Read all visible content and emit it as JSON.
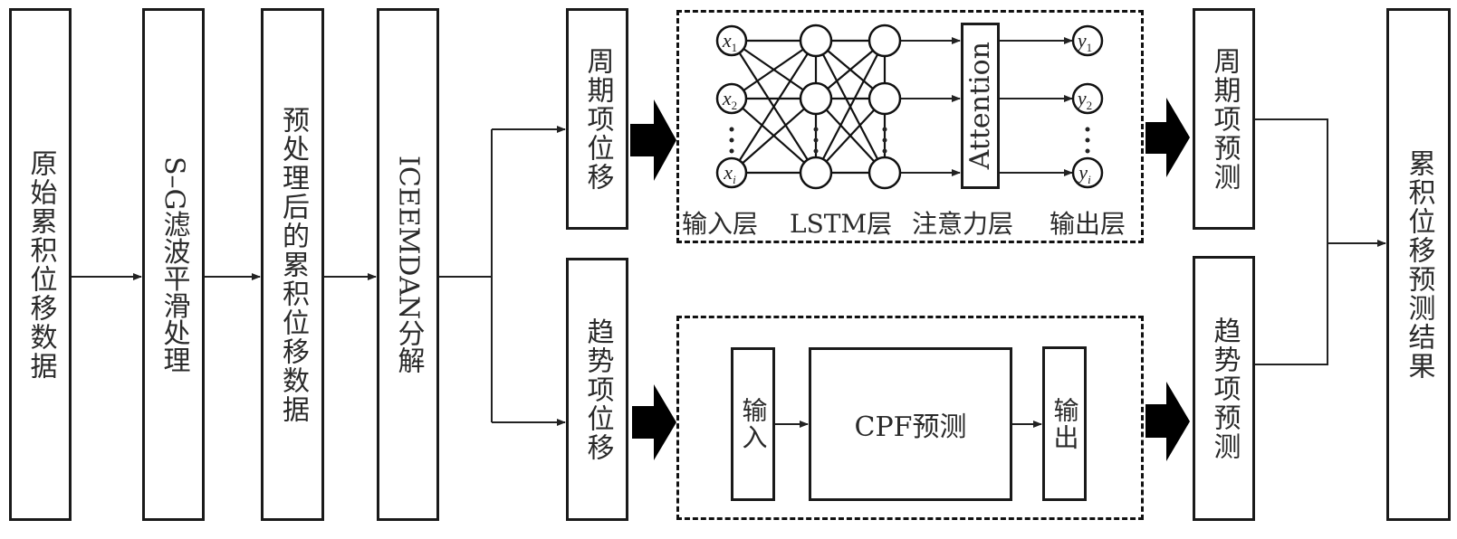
{
  "pipeline": {
    "raw_data": "原始累积位移数据",
    "sg_filter": "S–G滤波平滑处理",
    "preprocessed": "预处理后的累积位移数据",
    "decomposition": "ICEEMDAN分解",
    "periodic_component": "周期项位移",
    "trend_component": "趋势项位移",
    "periodic_prediction": "周期项预测",
    "trend_prediction": "趋势项预测",
    "final_result": "累积位移预测结果"
  },
  "lstm_module": {
    "inputs": [
      "x1",
      "x2",
      "xi"
    ],
    "outputs": [
      "y1",
      "y2",
      "yi"
    ],
    "attention_label": "Attention",
    "layer_labels": [
      "输入层",
      "LSTM层",
      "注意力层",
      "输出层"
    ]
  },
  "cpf_module": {
    "input_label": "输入",
    "core_label": "CPF预测",
    "output_label": "输出"
  }
}
